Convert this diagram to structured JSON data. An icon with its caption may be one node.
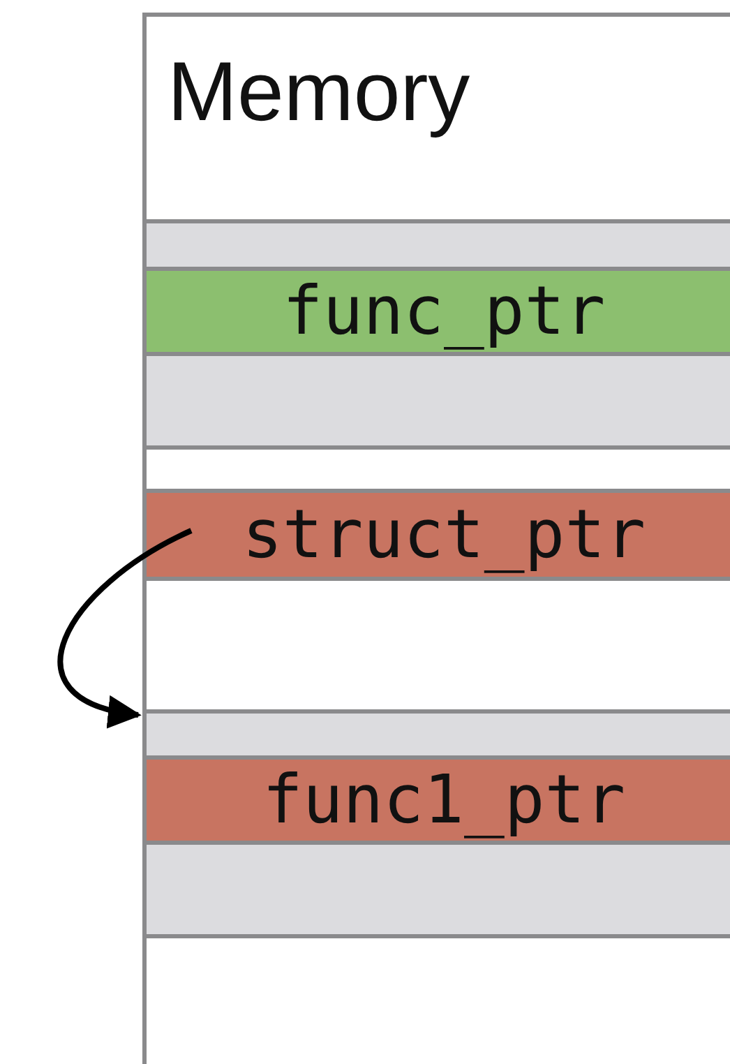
{
  "diagram": {
    "nodes": [
      {
        "text": [
          "Memory"
        ]
      },
      {
        "text": [],
        "shape": "bar",
        "in": 0
      },
      {
        "text": [
          "func_ptr"
        ],
        "in": 0
      },
      {
        "text": [],
        "shape": "bar",
        "in": 0
      },
      {
        "text": [
          "struct_ptr"
        ],
        "in": 0
      },
      {
        "text": [],
        "shape": "bar",
        "in": 0
      },
      {
        "text": [
          "func1_ptr"
        ],
        "in": 0
      },
      {
        "text": [],
        "shape": "bar",
        "in": 0
      }
    ],
    "edges": [
      {
        "from": 4,
        "to": 5,
        "arrow": "to"
      }
    ]
  }
}
